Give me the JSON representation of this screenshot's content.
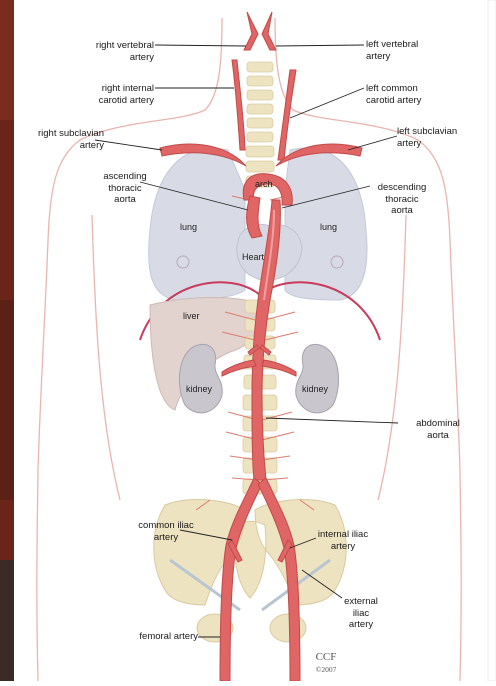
{
  "labels": {
    "right_vertebral": "right vertebral\nartery",
    "right_internal_carotid": "right internal\ncarotid artery",
    "right_subclavian": "right subclavian\nartery",
    "ascending_thoracic_aorta": "ascending\nthoracic\naorta",
    "left_vertebral": "left vertebral\nartery",
    "left_common_carotid": "left common\ncarotid artery",
    "left_subclavian": "left subclavian\nartery",
    "descending_thoracic_aorta": "descending\nthoracic\naorta",
    "abdominal_aorta": "abdominal\naorta",
    "common_iliac": "common iliac\nartery",
    "internal_iliac": "internal iliac\nartery",
    "external_iliac": "external\niliac\nartery",
    "femoral_artery": "femoral artery"
  },
  "organs": {
    "arch": "arch",
    "lung_right": "lung",
    "lung_left": "lung",
    "heart": "Heart",
    "liver": "liver",
    "kidney_right": "kidney",
    "kidney_left": "kidney"
  },
  "credit": {
    "brand": "CCF",
    "year": "©2007"
  },
  "colors": {
    "artery": "#e06565",
    "artery_dark": "#c24a4a",
    "lung": "#d8dbe6",
    "liver": "#e2d3cf",
    "kidney": "#c9c6cd",
    "bone": "#eee3c1",
    "body_outline": "#eab4b0",
    "left_strip": "#6b2418"
  }
}
